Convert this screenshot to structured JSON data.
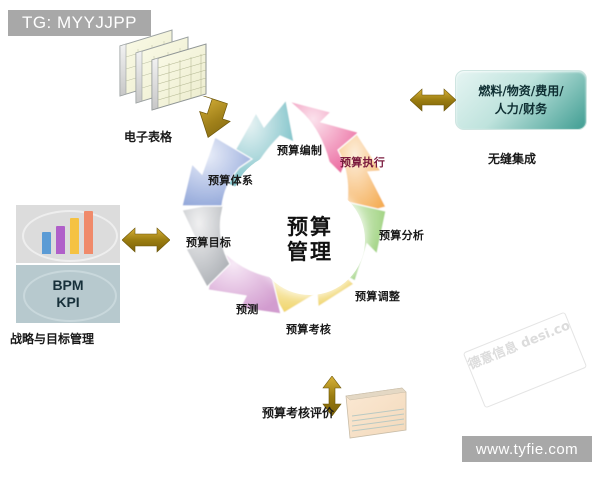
{
  "watermarks": {
    "top_left": "TG: MYYJJPP",
    "bottom_right": "www.tyfie.com",
    "diagonal": "德意信息 desi.com"
  },
  "center": {
    "line1": "预算",
    "line2": "管理"
  },
  "cycle": {
    "segments": [
      {
        "label": "预算编制",
        "color": "#7fc4c9",
        "angle": 335
      },
      {
        "label": "预算执行",
        "color": "#ef85b0",
        "angle": 20
      },
      {
        "label": "预算分析",
        "color": "#f6b96f",
        "angle": 65
      },
      {
        "label": "预算调整",
        "color": "#9dd17f",
        "angle": 110
      },
      {
        "label": "预算考核",
        "color": "#f2d87a",
        "angle": 155
      },
      {
        "label": "预测",
        "color": "#d9a9d6",
        "angle": 200
      },
      {
        "label": "预算目标",
        "color": "#b9bcc0",
        "angle": 245
      },
      {
        "label": "预算体系",
        "color": "#9fb2de",
        "angle": 290
      }
    ]
  },
  "left_panel": {
    "caption": "战略与目标管理",
    "kpi_line1": "BPM",
    "kpi_line2": "KPI",
    "chart_bars": [
      {
        "color": "#5b9bd5",
        "height": 22
      },
      {
        "color": "#b05fc9",
        "height": 28
      },
      {
        "color": "#f5c242",
        "height": 36
      },
      {
        "color": "#f08a6a",
        "height": 43
      }
    ]
  },
  "right_panel": {
    "box_line1": "燃料/物资/费用/",
    "box_line2": "人力/财务",
    "caption": "无缝集成"
  },
  "top_panel": {
    "caption": "电子表格"
  },
  "bottom_panel": {
    "caption": "预算考核评价"
  },
  "colors": {
    "gold_arrow": "#9b7d10",
    "gold_arrow_light": "#d8ae2a",
    "label_text": "#1a1a1a"
  }
}
